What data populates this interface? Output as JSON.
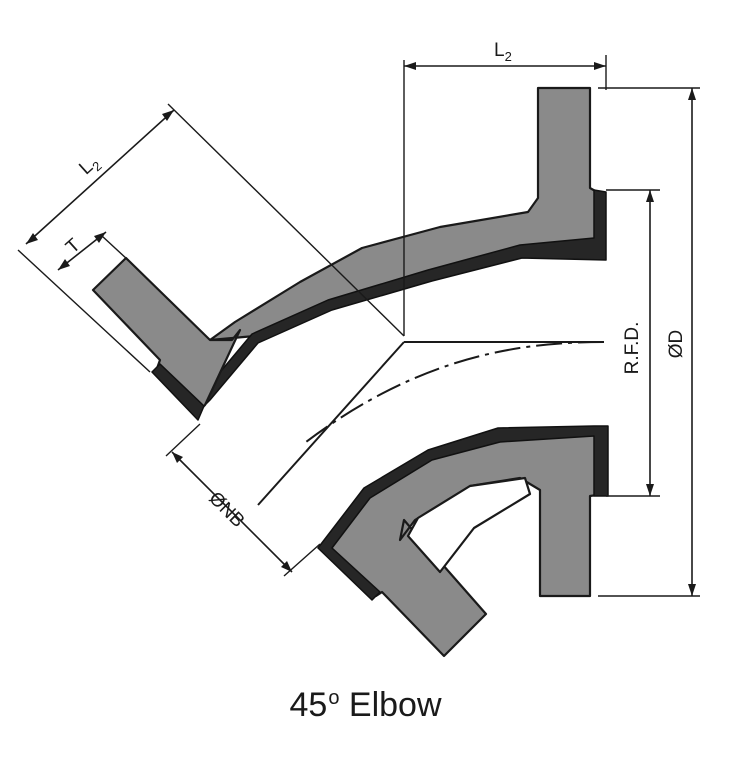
{
  "caption": {
    "angle": "45",
    "degree_symbol": "o",
    "label": "Elbow"
  },
  "dimensions": {
    "l2_horizontal": {
      "main": "L",
      "sub": "2"
    },
    "l2_angled": {
      "main": "L",
      "sub": "2"
    },
    "thickness": "T",
    "nominal_bore": "ØNB",
    "raised_face_diameter": "R.F.D.",
    "outer_diameter": "ØD"
  },
  "colors": {
    "body": "#8a8a8a",
    "liner": "#262626",
    "line": "#1a1a1a"
  }
}
